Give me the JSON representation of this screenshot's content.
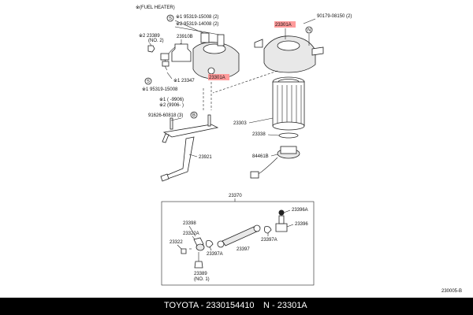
{
  "diagram": {
    "header": "※(FUEL HEATER)",
    "code": "230005-B",
    "labels": {
      "l1": "※1 95319-15008 (2)",
      "l2": "※2 95319-14008 (2)",
      "l3": "※2 23389",
      "l3b": "(NO. 2)",
      "l4": "23910B",
      "l5": "※1 23347",
      "l6": "※1 95319-15008",
      "l7": "※1 (    -9906)",
      "l8": "※2 (9906-    )",
      "l9": "91626-60818 (3)",
      "l10": "90179-08150 (2)",
      "l11": "23301A",
      "l12": "23301A",
      "l13": "23303",
      "l14": "23338",
      "l15": "84461B",
      "l16": "23921",
      "l17": "23370",
      "l18": "23396A",
      "l19": "23396",
      "l20": "23398",
      "l21": "23322A",
      "l22": "23322",
      "l23": "23397A",
      "l24": "23397",
      "l25": "23397A",
      "l26": "23389",
      "l26b": "(NO. 1)",
      "c_s1": "S",
      "c_s2": "S",
      "c_b": "B",
      "c_n": "N"
    }
  },
  "footer": {
    "left": "TOYOTA - 2330154410",
    "right": "N - 23301A"
  }
}
